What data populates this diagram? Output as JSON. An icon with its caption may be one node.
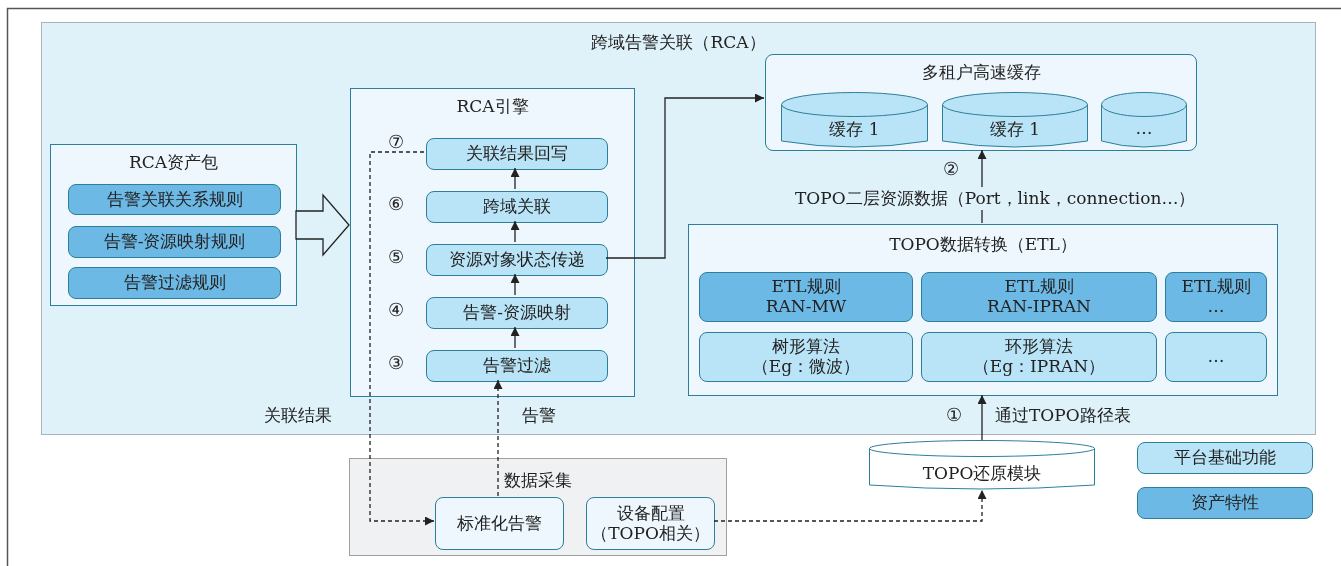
{
  "diagram": {
    "nodes": [
      {
        "text": [
          "跨域告警关联（RCA）"
        ]
      },
      {
        "text": [
          "RCA资产包"
        ],
        "in": 0
      },
      {
        "text": [
          "告警关联关系规则"
        ],
        "in": 1
      },
      {
        "text": [
          "告警-资源映射规则"
        ],
        "in": 1
      },
      {
        "text": [
          "告警过滤规则"
        ],
        "in": 1
      },
      {
        "text": [
          "RCA引擎"
        ],
        "in": 0
      },
      {
        "text": [
          "关联结果回写"
        ],
        "in": 5,
        "beside": [
          "⑦"
        ]
      },
      {
        "text": [
          "跨域关联"
        ],
        "in": 5,
        "beside": [
          "⑥"
        ]
      },
      {
        "text": [
          "资源对象状态传递"
        ],
        "in": 5,
        "beside": [
          "⑤"
        ]
      },
      {
        "text": [
          "告警-资源映射"
        ],
        "in": 5,
        "beside": [
          "④"
        ]
      },
      {
        "text": [
          "告警过滤"
        ],
        "in": 5,
        "beside": [
          "③"
        ]
      },
      {
        "text": [
          "多租户高速缓存"
        ],
        "in": 0
      },
      {
        "text": [
          "缓存 1"
        ],
        "in": 11
      },
      {
        "text": [
          "缓存 1"
        ],
        "in": 11
      },
      {
        "text": [
          "…"
        ],
        "in": 11
      },
      {
        "text": [
          "TOPO数据转换（ETL）"
        ],
        "in": 0
      },
      {
        "text": [
          "ETL规则",
          "RAN-MW"
        ],
        "in": 15
      },
      {
        "text": [
          "ETL规则",
          "RAN-IPRAN"
        ],
        "in": 15
      },
      {
        "text": [
          "ETL规则",
          "…"
        ],
        "in": 15
      },
      {
        "text": [
          "树形算法",
          "（Eg：微波）"
        ],
        "in": 15
      },
      {
        "text": [
          "环形算法",
          "（Eg：IPRAN）"
        ],
        "in": 15
      },
      {
        "text": [
          "…"
        ],
        "in": 15
      },
      {
        "text": [
          "数据采集"
        ]
      },
      {
        "text": [
          "标准化告警"
        ],
        "in": 22
      },
      {
        "text": [
          "设备配置（TOPO相关）"
        ],
        "in": 22
      },
      {
        "text": [
          "TOPO还原模块"
        ]
      }
    ],
    "edges": [
      {
        "from": 1,
        "to": 5,
        "arrow": "to"
      },
      {
        "from": 10,
        "to": 9,
        "arrow": "to"
      },
      {
        "from": 9,
        "to": 8,
        "arrow": "to"
      },
      {
        "from": 8,
        "to": 7,
        "arrow": "to"
      },
      {
        "from": 7,
        "to": 6,
        "arrow": "to"
      },
      {
        "from": 8,
        "to": 11,
        "arrow": "to"
      },
      {
        "from": 15,
        "to": 11,
        "arrow": "to",
        "label": "TOPO二层资源数据（Port，link，connection…）"
      },
      {
        "from": 25,
        "to": 15,
        "arrow": "to",
        "label": "通过TOPO路径表"
      },
      {
        "from": 6,
        "to": 23,
        "arrow": "to",
        "style": "dashed",
        "label": "关联结果"
      },
      {
        "from": 23,
        "to": 10,
        "arrow": "to",
        "style": "dashed",
        "label": "告警"
      },
      {
        "from": 24,
        "to": 25,
        "arrow": "to",
        "style": "dashed"
      }
    ],
    "labels": [
      "②",
      "①"
    ],
    "legend": [
      {
        "text": "平台基础功能",
        "color": "#b9e4f7"
      },
      {
        "text": "资产特性",
        "color": "#6db9e6"
      }
    ]
  }
}
